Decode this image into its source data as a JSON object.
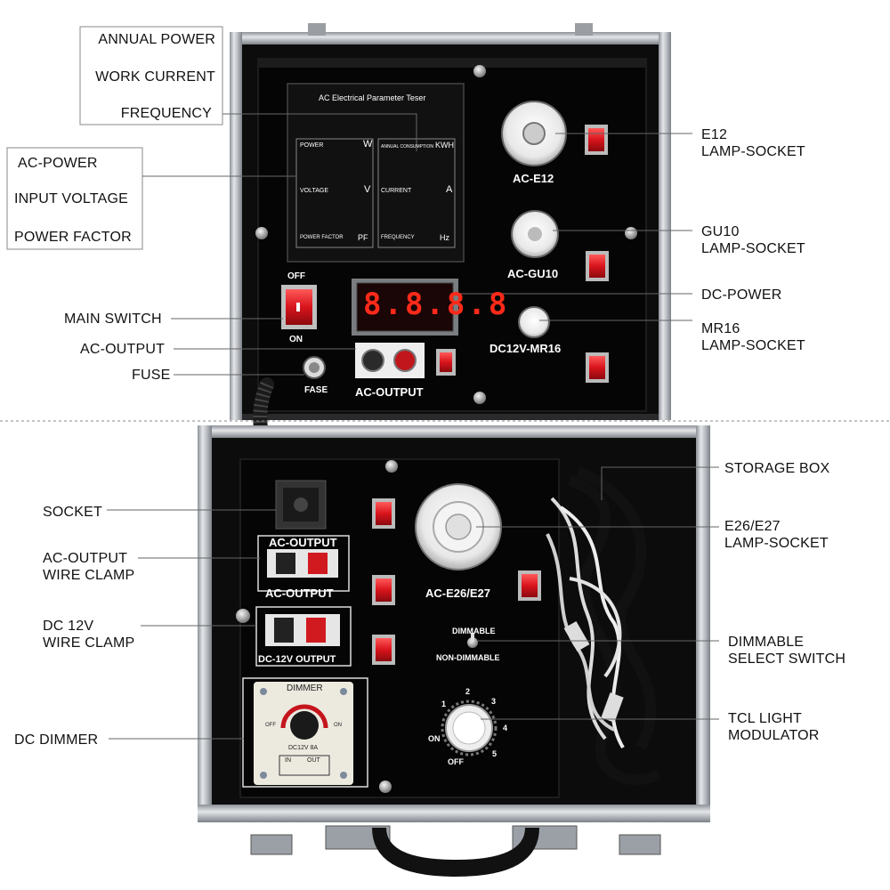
{
  "callouts": {
    "annual_power": "ANNUAL POWER",
    "work_current": "WORK CURRENT",
    "frequency": "FREQUENCY",
    "ac_power": "AC-POWER",
    "input_voltage": "INPUT VOLTAGE",
    "power_factor": "POWER FACTOR",
    "main_switch": "MAIN SWITCH",
    "ac_output": "AC-OUTPUT",
    "fuse": "FUSE",
    "e12_socket": "E12\nLAMP-SOCKET",
    "gu10_socket": "GU10\nLAMP-SOCKET",
    "dc_power": "DC-POWER",
    "mr16_socket": "MR16\nLAMP-SOCKET",
    "storage_box": "STORAGE BOX",
    "socket": "SOCKET",
    "e26_socket": "E26/E27\nLAMP-SOCKET",
    "ac_output_clamp": "AC-OUTPUT\nWIRE CLAMP",
    "dc12v_clamp": "DC 12V\nWIRE CLAMP",
    "dimmable_switch": "DIMMABLE\nSELECT SWITCH",
    "tcl_modulator": "TCL LIGHT\nMODULATOR",
    "dc_dimmer": "DC DIMMER"
  },
  "panel": {
    "meter_title": "AC Electrical Parameter Teser",
    "meter_left": {
      "power": "POWER",
      "power_unit": "W",
      "voltage": "VOLTAGE",
      "voltage_unit": "V",
      "pf": "POWER FACTOR",
      "pf_unit": "PF"
    },
    "meter_right": {
      "annual": "ANNUAL CONSUMPTION",
      "annual_unit": "KWH",
      "current": "CURRENT",
      "current_unit": "A",
      "freq": "FREQUENCY",
      "freq_unit": "Hz"
    },
    "off": "OFF",
    "on": "ON",
    "led_reading": "8.8.8.8",
    "fase": "FASE",
    "ac_output": "AC-OUTPUT",
    "ac_e12": "AC-E12",
    "ac_gu10": "AC-GU10",
    "dc_mr16": "DC12V-MR16",
    "clamp_ac_top": "AC-OUTPUT",
    "clamp_ac_bottom": "AC-OUTPUT",
    "clamp_dc": "DC-12V OUTPUT",
    "ac_e26": "AC-E26/E27",
    "dimmable": "DIMMABLE",
    "non_dimmable": "NON-DIMMABLE",
    "dimmer_title": "DIMMER",
    "dimmer_off": "OFF",
    "dimmer_on": "ON",
    "dimmer_rating": "DC12V 8A",
    "dimmer_in": "IN",
    "dimmer_out": "OUT",
    "dial_ticks": [
      "1",
      "2",
      "3",
      "4",
      "5"
    ],
    "dial_on": "ON",
    "dial_off": "OFF"
  },
  "colors": {
    "case_black": "#0c0c0c",
    "aluminium": "#c9ccd0",
    "switch_red": "#d8141c",
    "led_red": "#ff2a1a"
  }
}
